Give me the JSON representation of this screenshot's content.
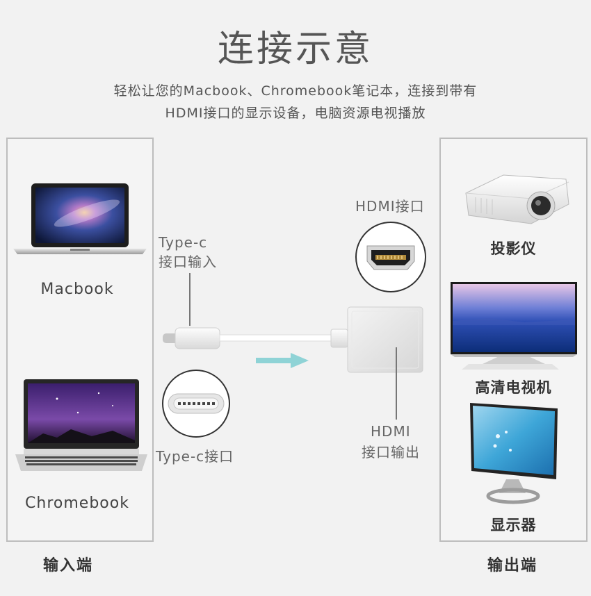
{
  "header": {
    "title": "连接示意",
    "subtitle_line1": "轻松让您的Macbook、Chromebook笔记本，连接到带有",
    "subtitle_line2": "HDMI接口的显示设备，电脑资源电视播放"
  },
  "input_side": {
    "devices": [
      {
        "label": "Macbook",
        "icon": "laptop-icon"
      },
      {
        "label": "Chromebook",
        "icon": "laptop-icon"
      }
    ],
    "footer": "输入端"
  },
  "adapter": {
    "typec_label_line1": "Type-c",
    "typec_label_line2": "接口输入",
    "typec_port_label": "Type-c接口",
    "hdmi_port_label": "HDMI接口",
    "hdmi_out_line1": "HDMI",
    "hdmi_out_line2": "接口输出",
    "arrow_color": "#8fd3d6"
  },
  "output_side": {
    "devices": [
      {
        "label": "投影仪",
        "icon": "projector-icon"
      },
      {
        "label": "高清电视机",
        "icon": "tv-icon"
      },
      {
        "label": "显示器",
        "icon": "monitor-icon"
      }
    ],
    "footer": "输出端"
  }
}
